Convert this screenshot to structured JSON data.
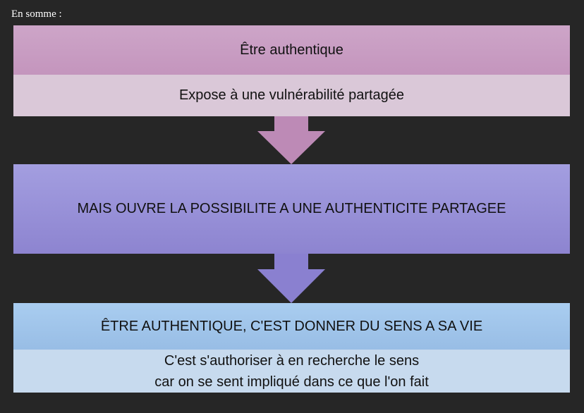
{
  "title": "En somme :",
  "step1": {
    "heading": "Être authentique",
    "detail": "Expose à une vulnérabilité partagée"
  },
  "step2": {
    "heading": "MAIS OUVRE LA POSSIBILITE A UNE AUTHENTICITE PARTAGEE"
  },
  "step3": {
    "heading": "ÊTRE AUTHENTIQUE, C'EST DONNER DU SENS A SA VIE",
    "detail_line1": "C'est s'authoriser à en recherche le sens",
    "detail_line2": "car on se sent impliqué dans ce que l'on fait"
  }
}
